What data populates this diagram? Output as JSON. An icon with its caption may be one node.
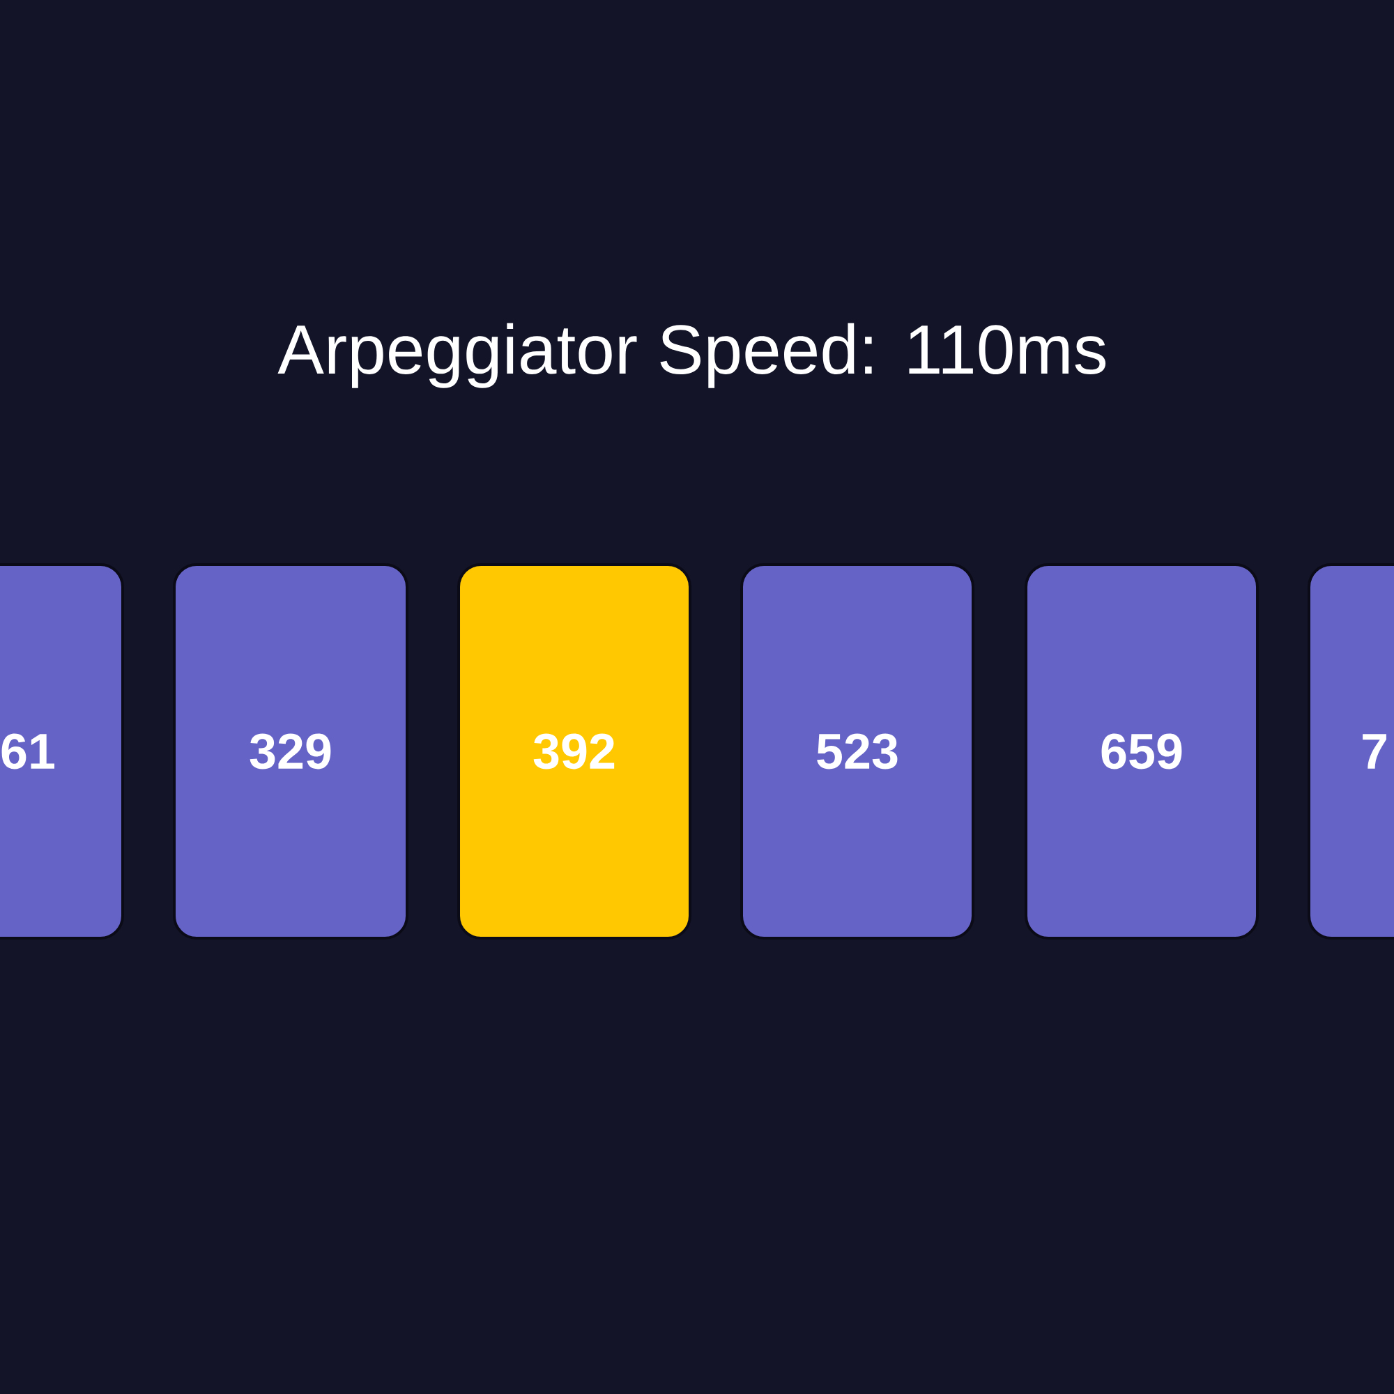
{
  "diagram": {
    "title": "Arpeggiator Speed: 110ms",
    "nodes": [
      {
        "text": [
          "61"
        ]
      },
      {
        "text": [
          "329"
        ]
      },
      {
        "text": [
          "392"
        ]
      },
      {
        "text": [
          "523"
        ]
      },
      {
        "text": [
          "659"
        ]
      },
      {
        "text": [
          "7"
        ]
      }
    ]
  }
}
